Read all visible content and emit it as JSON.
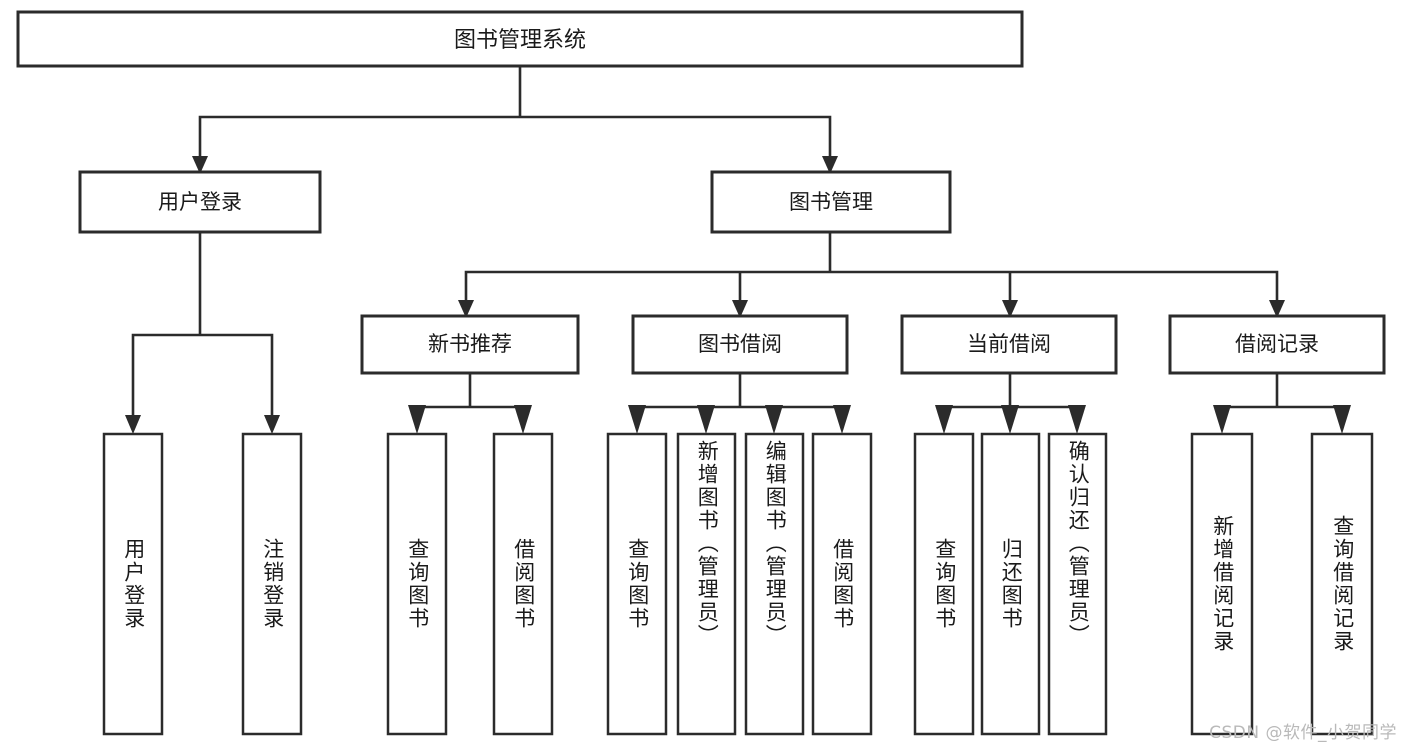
{
  "diagram": {
    "type": "tree-hierarchy",
    "title": "图书管理系统",
    "watermark": "CSDN @软件_小贺同学",
    "colors": {
      "background": "#ffffff",
      "box_fill": "#ffffff",
      "box_stroke": "#2b2b2b",
      "text": "#1a1a1a",
      "watermark": "#b9b9b9"
    },
    "root": {
      "label": "图书管理系统"
    },
    "level2": [
      {
        "id": "user-login",
        "label": "用户登录"
      },
      {
        "id": "book-manage",
        "label": "图书管理"
      }
    ],
    "level3": [
      {
        "id": "new-book-recommend",
        "label": "新书推荐",
        "parent": "book-manage"
      },
      {
        "id": "book-borrow",
        "label": "图书借阅",
        "parent": "book-manage"
      },
      {
        "id": "current-borrow",
        "label": "当前借阅",
        "parent": "book-manage"
      },
      {
        "id": "borrow-record",
        "label": "借阅记录",
        "parent": "book-manage"
      }
    ],
    "leaves": [
      {
        "id": "leaf-user-login",
        "label": "用户登录",
        "parent": "user-login"
      },
      {
        "id": "leaf-logout",
        "label": "注销登录",
        "parent": "user-login"
      },
      {
        "id": "leaf-query-book-1",
        "label": "查询图书",
        "parent": "new-book-recommend"
      },
      {
        "id": "leaf-borrow-book-1",
        "label": "借阅图书",
        "parent": "new-book-recommend"
      },
      {
        "id": "leaf-query-book-2",
        "label": "查询图书",
        "parent": "book-borrow"
      },
      {
        "id": "leaf-add-book",
        "label": "新增图书（管理员）",
        "parent": "book-borrow"
      },
      {
        "id": "leaf-edit-book",
        "label": "编辑图书（管理员）",
        "parent": "book-borrow"
      },
      {
        "id": "leaf-borrow-book-2",
        "label": "借阅图书",
        "parent": "book-borrow"
      },
      {
        "id": "leaf-query-book-3",
        "label": "查询图书",
        "parent": "current-borrow"
      },
      {
        "id": "leaf-return-book",
        "label": "归还图书",
        "parent": "current-borrow"
      },
      {
        "id": "leaf-confirm-return",
        "label": "确认归还（管理员）",
        "parent": "current-borrow"
      },
      {
        "id": "leaf-add-record",
        "label": "新增借阅记录",
        "parent": "borrow-record"
      },
      {
        "id": "leaf-query-record",
        "label": "查询借阅记录",
        "parent": "borrow-record"
      }
    ]
  }
}
